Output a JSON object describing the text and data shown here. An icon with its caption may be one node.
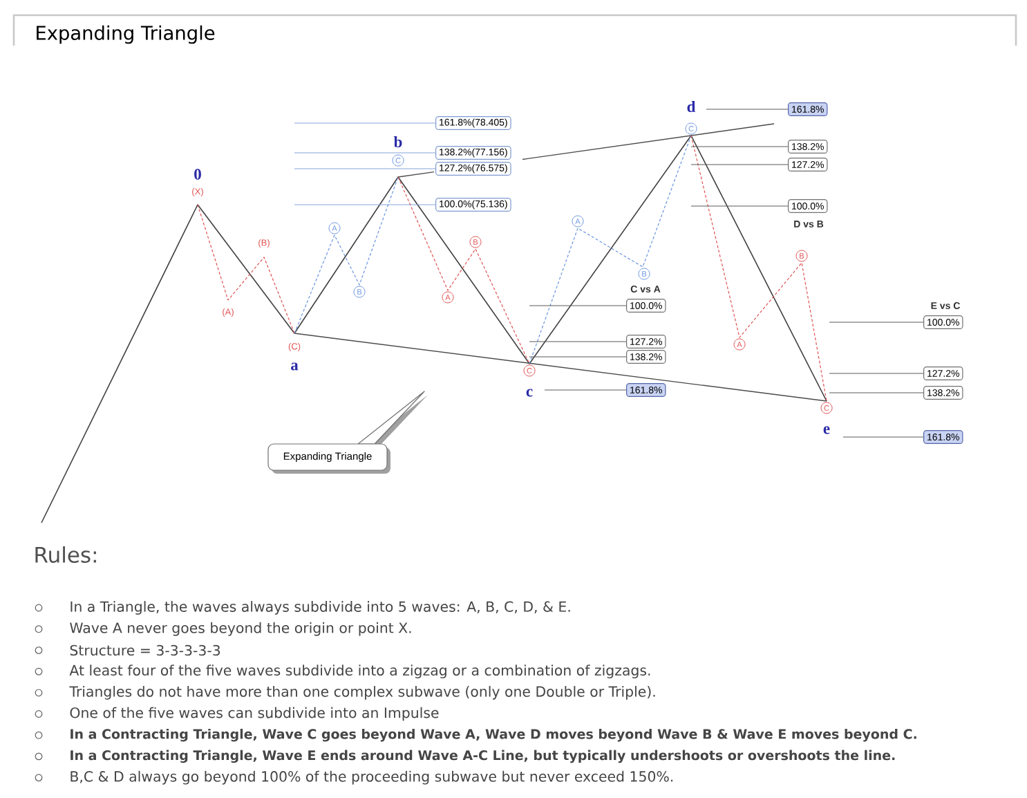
{
  "diagram": {
    "title": "Expanding Triangle",
    "nodes": [
      {
        "text": [
          "161.8%(78.405)"
        ]
      },
      {
        "text": [
          "138.2%(77.156)"
        ]
      },
      {
        "text": [
          "127.2%(76.575)"
        ]
      },
      {
        "text": [
          "100.0%(75.136)"
        ]
      },
      {
        "text": [
          "161.8%"
        ]
      },
      {
        "text": [
          "138.2%"
        ]
      },
      {
        "text": [
          "127.2%"
        ]
      },
      {
        "text": [
          "100.0%"
        ]
      },
      {
        "text": [
          "100.0%"
        ]
      },
      {
        "text": [
          "127.2%"
        ]
      },
      {
        "text": [
          "138.2%"
        ]
      },
      {
        "text": [
          "161.8%"
        ]
      },
      {
        "text": [
          "100.0%"
        ]
      },
      {
        "text": [
          "127.2%"
        ]
      },
      {
        "text": [
          "138.2%"
        ]
      },
      {
        "text": [
          "161.8%"
        ]
      },
      {
        "text": [
          "Expanding Triangle"
        ]
      }
    ],
    "edges": [
      {
        "from": null,
        "to": 0,
        "arrow": "none",
        "color": "#86a4da"
      },
      {
        "from": null,
        "to": 1,
        "arrow": "none",
        "color": "#86a4da"
      },
      {
        "from": null,
        "to": 2,
        "arrow": "none",
        "color": "#86a4da"
      },
      {
        "from": null,
        "to": 3,
        "arrow": "none",
        "color": "#86a4da"
      },
      {
        "from": null,
        "to": 4,
        "arrow": "none"
      },
      {
        "from": null,
        "to": 5,
        "arrow": "none"
      },
      {
        "from": null,
        "to": 6,
        "arrow": "none"
      },
      {
        "from": null,
        "to": 7,
        "arrow": "none"
      },
      {
        "from": null,
        "to": 8,
        "arrow": "none"
      },
      {
        "from": null,
        "to": 9,
        "arrow": "none"
      },
      {
        "from": null,
        "to": 10,
        "arrow": "none"
      },
      {
        "from": null,
        "to": 11,
        "arrow": "none"
      },
      {
        "from": null,
        "to": 12,
        "arrow": "none"
      },
      {
        "from": null,
        "to": 13,
        "arrow": "none"
      },
      {
        "from": null,
        "to": 14,
        "arrow": "none"
      },
      {
        "from": null,
        "to": 15,
        "arrow": "none"
      }
    ],
    "labels": [
      "0",
      "(X)",
      "(A)",
      "(B)",
      "(C)",
      "a",
      "A",
      "B",
      "C",
      "b",
      "A",
      "B",
      "C",
      "c",
      "A",
      "B",
      "C",
      "d",
      "A",
      "B",
      "C",
      "e",
      "C vs A",
      "D vs B",
      "E vs C",
      "Rules:",
      "In a Triangle, the waves always subdivide into 5 waves: A, B, C, D, & E.",
      "Wave A never goes beyond the origin or point X.",
      "Structure = 3-3-3-3-3",
      "At least four of the five waves subdivide into a zigzag or a combination of zigzags.",
      "Triangles do not have more than one complex subwave (only one Double or Triple).",
      "One of the five waves can subdivide into an Impulse",
      "In a Contracting Triangle, Wave C goes beyond Wave A, Wave D moves beyond Wave B & Wave E moves beyond C.",
      "In a Contracting Triangle, Wave E ends around Wave A-C Line, but typically undershoots or overshoots the line.",
      "B,C & D always go beyond 100% of the proceeding subwave but never exceed 150%."
    ]
  }
}
